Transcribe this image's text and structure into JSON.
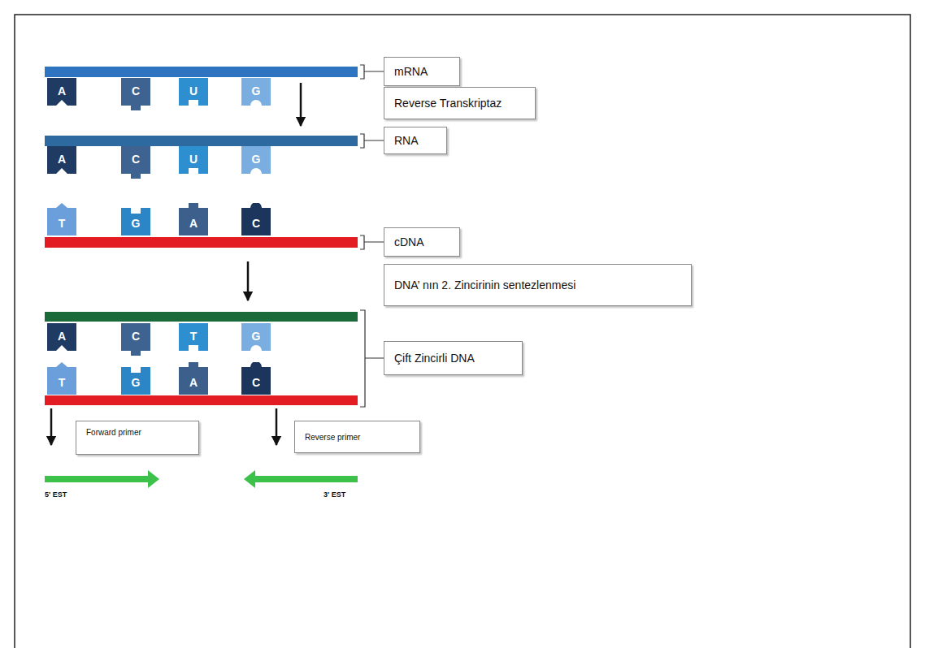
{
  "diagram": {
    "nodes": [
      {
        "text": [
          "mRNA"
        ]
      },
      {
        "text": [
          "A"
        ]
      },
      {
        "text": [
          "C"
        ]
      },
      {
        "text": [
          "U"
        ]
      },
      {
        "text": [
          "G"
        ]
      },
      {
        "text": [
          "Reverse Transkriptaz"
        ]
      },
      {
        "text": [
          "RNA"
        ]
      },
      {
        "text": [
          "A"
        ]
      },
      {
        "text": [
          "C"
        ]
      },
      {
        "text": [
          "U"
        ]
      },
      {
        "text": [
          "G"
        ]
      },
      {
        "text": [
          "T"
        ]
      },
      {
        "text": [
          "G"
        ]
      },
      {
        "text": [
          "A"
        ]
      },
      {
        "text": [
          "C"
        ]
      },
      {
        "text": [
          "cDNA"
        ]
      },
      {
        "text": [
          "DNA’ nın 2. Zincirinin sentezlenmesi"
        ]
      },
      {
        "text": [
          "A"
        ]
      },
      {
        "text": [
          "C"
        ]
      },
      {
        "text": [
          "T"
        ]
      },
      {
        "text": [
          "G"
        ]
      },
      {
        "text": [
          "Çift Zincirli DNA"
        ]
      },
      {
        "text": [
          "T"
        ]
      },
      {
        "text": [
          "G"
        ]
      },
      {
        "text": [
          "A"
        ]
      },
      {
        "text": [
          "C"
        ]
      },
      {
        "text": [
          "Forward primer"
        ]
      },
      {
        "text": [
          "Reverse primer"
        ]
      }
    ],
    "labels": [
      "5' EST",
      "3' EST"
    ]
  }
}
